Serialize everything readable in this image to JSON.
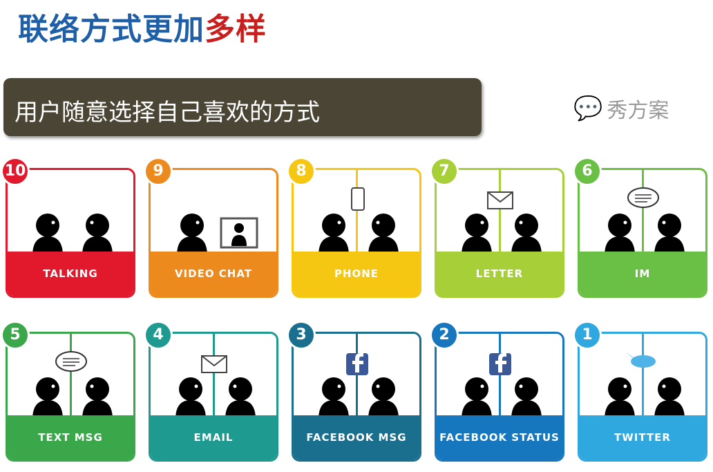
{
  "title": {
    "part1": "联络方式更加",
    "part2": "多样"
  },
  "banner": "用户随意选择自己喜欢的方式",
  "cards": [
    {
      "rank": "10",
      "label": "TALKING",
      "color": "#e2192c",
      "icon": "talking-people",
      "split": false
    },
    {
      "rank": "9",
      "label": "VIDEO CHAT",
      "color": "#ec8a1e",
      "icon": "video-screen",
      "split": false
    },
    {
      "rank": "8",
      "label": "PHONE",
      "color": "#f5c712",
      "icon": "cell-phone-icon",
      "split": true
    },
    {
      "rank": "7",
      "label": "LETTER",
      "color": "#a6cf38",
      "icon": "envelope-icon",
      "split": true
    },
    {
      "rank": "6",
      "label": "IM",
      "color": "#6abf45",
      "icon": "chat-bubble-icon",
      "split": true
    },
    {
      "rank": "5",
      "label": "TEXT MSG",
      "color": "#3aa84a",
      "icon": "chat-bubble-icon",
      "split": true
    },
    {
      "rank": "4",
      "label": "EMAIL",
      "color": "#1e9a90",
      "icon": "envelope-icon",
      "split": true
    },
    {
      "rank": "3",
      "label": "FACEBOOK MSG",
      "color": "#1b6f8e",
      "icon": "facebook-icon",
      "split": true
    },
    {
      "rank": "2",
      "label": "FACEBOOK STATUS",
      "color": "#1677bf",
      "icon": "facebook-icon",
      "split": true
    },
    {
      "rank": "1",
      "label": "TWITTER",
      "color": "#2fa8e0",
      "icon": "twitter-bird-icon",
      "split": true
    }
  ],
  "watermark": "秀方案"
}
